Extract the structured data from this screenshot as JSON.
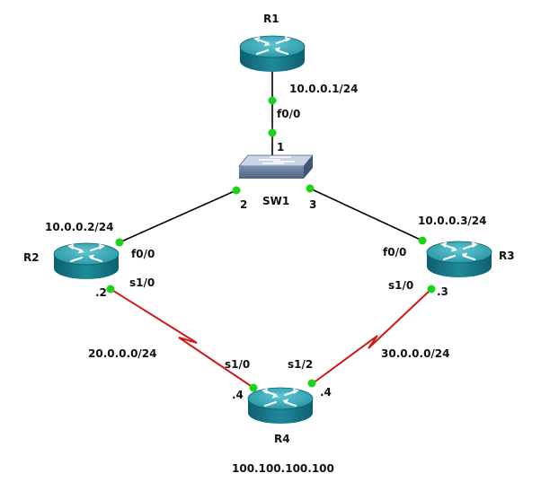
{
  "diagram": {
    "routers": [
      {
        "id": "R1",
        "label": "R1"
      },
      {
        "id": "R2",
        "label": "R2"
      },
      {
        "id": "R3",
        "label": "R3"
      },
      {
        "id": "R4",
        "label": "R4",
        "loopback": "100.100.100.100"
      }
    ],
    "switch": {
      "label": "SW1",
      "ports": [
        "1",
        "2",
        "3"
      ]
    },
    "links": {
      "r1_sw1": {
        "r1_ip": "10.0.0.1/24",
        "r1_interface": "f0/0",
        "sw_port": "1"
      },
      "r2_sw1": {
        "r2_ip": "10.0.0.2/24",
        "r2_interface": "f0/0",
        "sw_port": "2"
      },
      "r3_sw1": {
        "r3_ip": "10.0.0.3/24",
        "r3_interface": "f0/0",
        "sw_port": "3"
      },
      "r2_r4": {
        "network": "20.0.0.0/24",
        "r2_interface": "s1/0",
        "r2_host": ".2",
        "r4_interface": "s1/0",
        "r4_host": ".4"
      },
      "r3_r4": {
        "network": "30.0.0.0/24",
        "r3_interface": "s1/0",
        "r3_host": ".3",
        "r4_interface": "s1/2",
        "r4_host": ".4"
      }
    },
    "colors": {
      "ethernet_link": "#000000",
      "serial_link": "#d01818",
      "port_indicator": "#19d419",
      "router_body": "#1f8a9a",
      "switch_body": "#8da3bd"
    }
  }
}
